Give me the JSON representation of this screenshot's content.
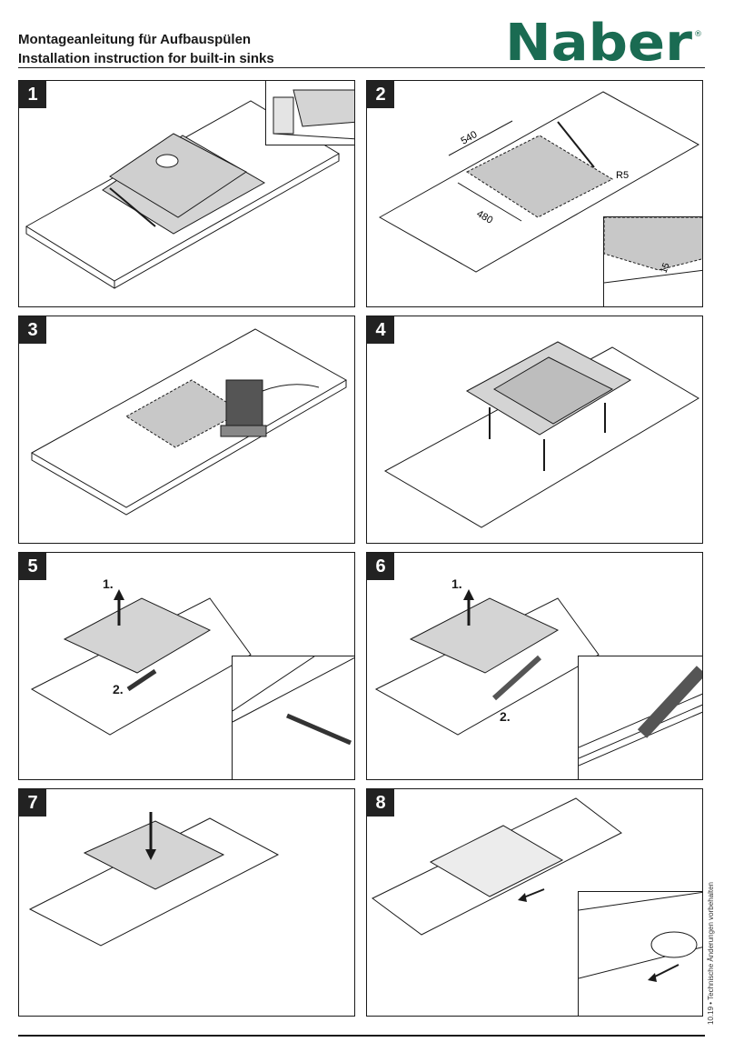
{
  "header": {
    "title_de": "Montageanleitung für Aufbauspülen",
    "title_en": "Installation instruction for built-in sinks",
    "brand": "Naber",
    "registered": "®",
    "brand_color": "#1a6b52"
  },
  "steps": [
    {
      "number": "1"
    },
    {
      "number": "2",
      "dim_width": "540",
      "dim_depth": "480",
      "radius": "R5",
      "inset_dim": "15"
    },
    {
      "number": "3"
    },
    {
      "number": "4"
    },
    {
      "number": "5",
      "sub1": "1.",
      "sub2": "2."
    },
    {
      "number": "6",
      "sub1": "1.",
      "sub2": "2."
    },
    {
      "number": "7"
    },
    {
      "number": "8"
    }
  ],
  "footer": {
    "side_note": "10.19 • Technische Änderungen vorbehalten"
  },
  "colors": {
    "line": "#1a1a1a",
    "fill_grey": "#c8c8c8",
    "sink_grey": "#d4d4d4",
    "brand": "#1a6b52"
  }
}
